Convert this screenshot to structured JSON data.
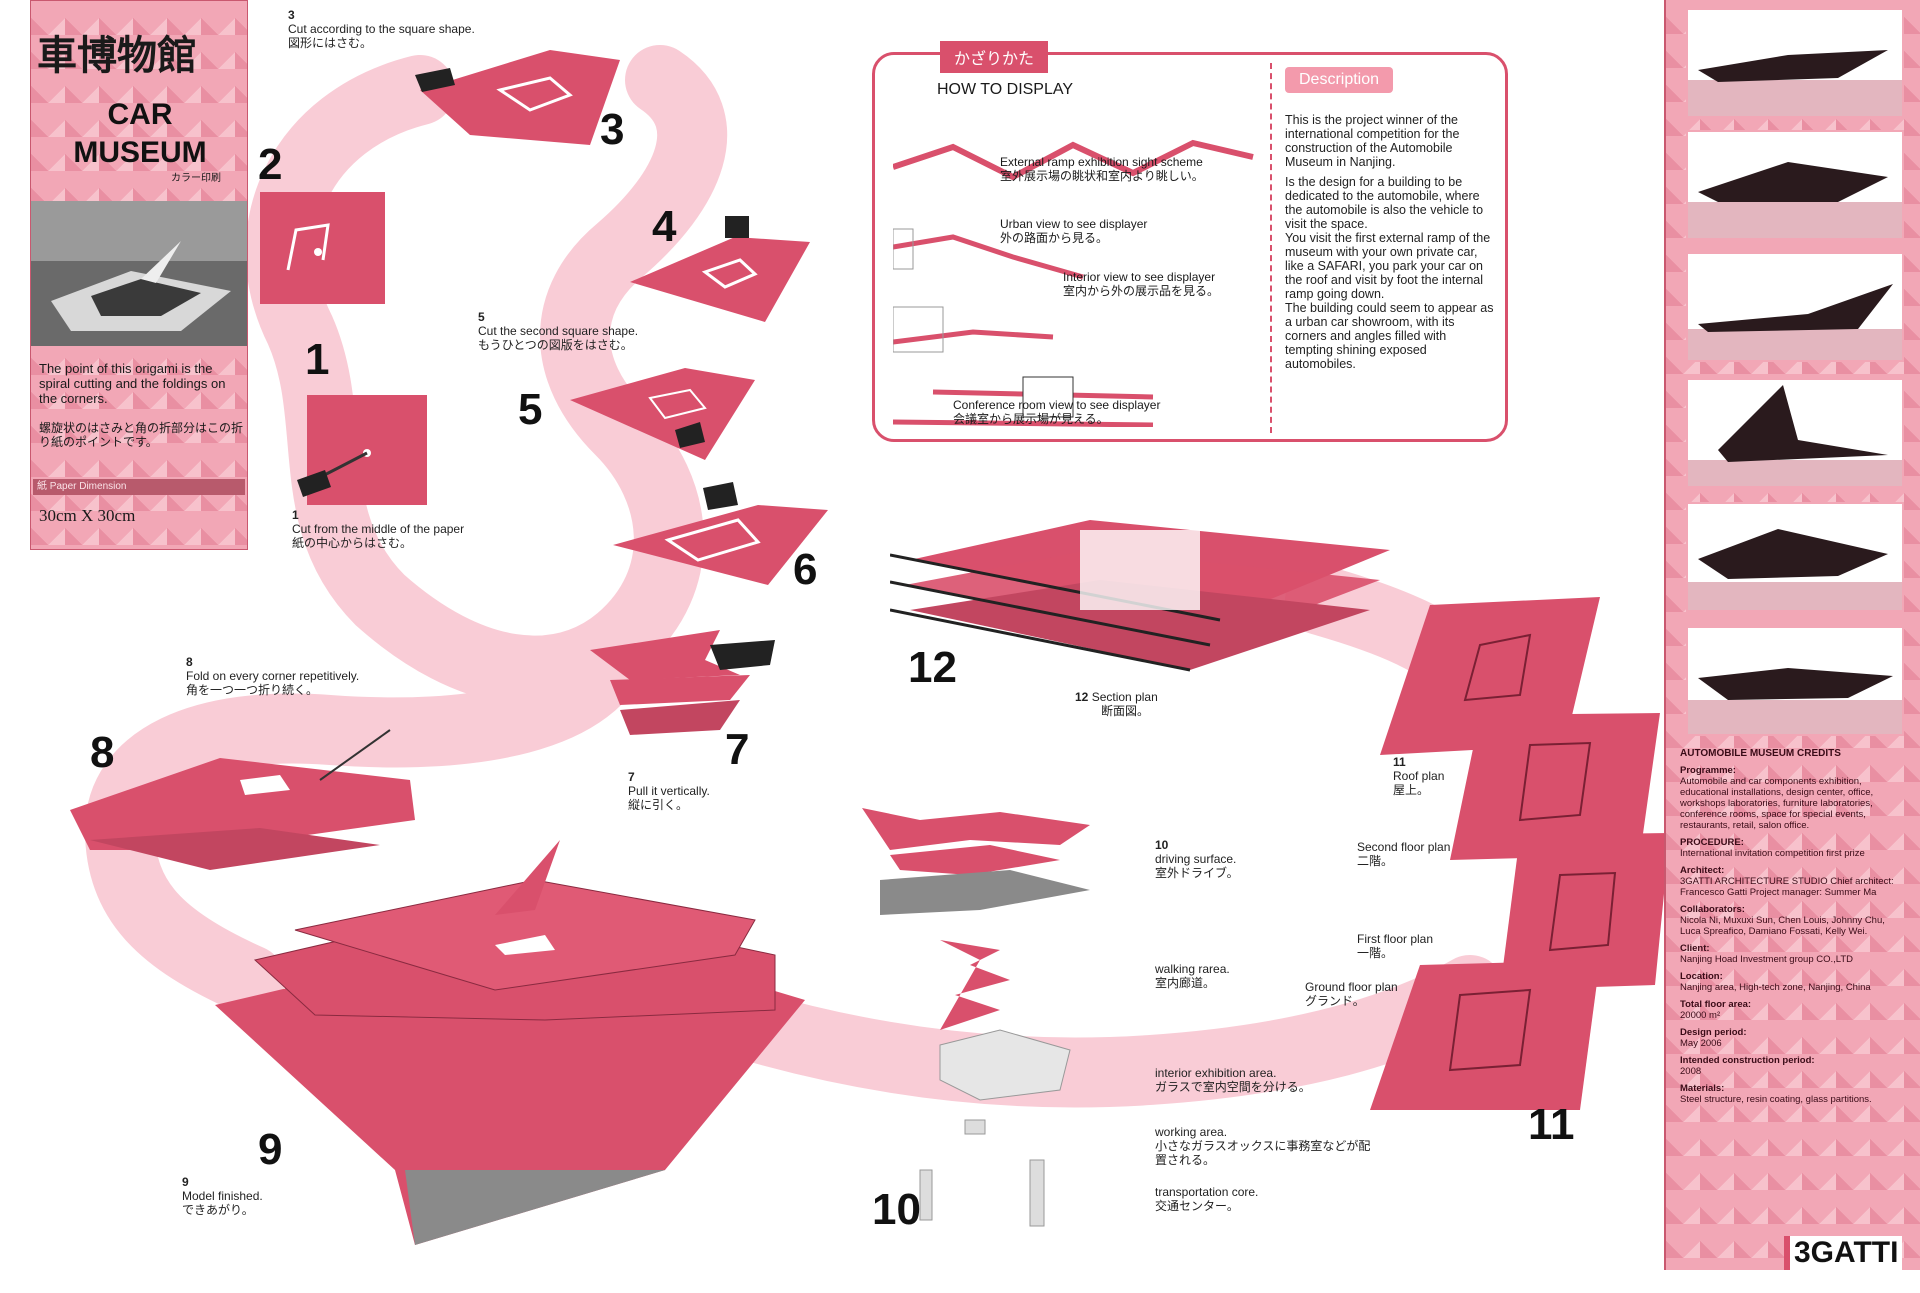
{
  "left_panel": {
    "jp_title": "車博物館",
    "title_line1": "CAR",
    "title_line2": "MUSEUM",
    "jp_subtitle": "カラー印刷",
    "point_en": "The point of this origami is the spiral cutting and the foldings on the corners.",
    "point_jp": "螺旋状のはさみと角の折部分はこの折り紙のポイントです。",
    "paper_label": "紙 Paper Dimension",
    "paper_size": "30cm X 30cm"
  },
  "steps": {
    "s1": {
      "num": "1",
      "en": "Cut from the middle of the paper",
      "jp": "紙の中心からはさむ。"
    },
    "s2": {
      "num": "2"
    },
    "s3": {
      "num": "3",
      "en": "Cut according to the square shape.",
      "jp": "図形にはさむ。"
    },
    "s4": {
      "num": "4"
    },
    "s5": {
      "num": "5",
      "en": "Cut the second square shape.",
      "jp": "もうひとつの図版をはさむ。"
    },
    "s6": {
      "num": "6"
    },
    "s7": {
      "num": "7",
      "en": "Pull it vertically.",
      "jp": "縦に引く。"
    },
    "s8": {
      "num": "8",
      "en": "Fold on every corner repetitively.",
      "jp": "角を一つ一つ折り続く。"
    },
    "s9": {
      "num": "9",
      "en": "Model finished.",
      "jp": "できあがり。"
    },
    "s10": {
      "num": "10",
      "en": "driving surface.",
      "jp": "室外ドライブ。"
    },
    "s11": {
      "num": "11",
      "en": "Roof plan",
      "jp": "屋上。"
    },
    "s12": {
      "num": "12",
      "en": "Section plan",
      "jp": "断面図。"
    }
  },
  "layers10": {
    "walking_en": "walking rarea.",
    "walking_jp": "室内廊道。",
    "interior_en": "interior exhibition area.",
    "interior_jp": "ガラスで室内空間を分ける。",
    "working_en": "working area.",
    "working_jp": "小さなガラスオックスに事務室などが配置される。",
    "transport_en": "transportation core.",
    "transport_jp": "交通センター。"
  },
  "plans11": {
    "second_en": "Second floor plan",
    "second_jp": "二階。",
    "first_en": "First floor plan",
    "first_jp": "一階。",
    "ground_en": "Ground floor plan",
    "ground_jp": "グランド。"
  },
  "display": {
    "tag": "かざりかた",
    "title": "HOW TO DISPLAY",
    "desc_tag": "Description",
    "scheme_en": "External ramp exhibition sight scheme",
    "scheme_jp": "室外展示場の眺状和室内より眺しい。",
    "urban_en": "Urban view to see displayer",
    "urban_jp": "外の路面から見る。",
    "interior_en": "Interior view to see displayer",
    "interior_jp": "室内から外の展示品を見る。",
    "conf_en": "Conference room view   to see displayer",
    "conf_jp": "会議室から展示場が見える。",
    "desc_p1": "This is the project winner of the international competition for the construction of the Automobile Museum in Nanjing.",
    "desc_p2": "Is the design for a building to be dedicated to the automobile, where the automobile is also the vehicle to visit the space.",
    "desc_p3": "You visit the first external ramp of the museum with your own private car, like a SAFARI, you park your car on the roof and visit by foot the internal ramp going down.",
    "desc_p4": "The building could seem to appear as a urban car showroom, with its corners and angles filled with tempting shining exposed automobiles."
  },
  "credits": {
    "title": "AUTOMOBILE MUSEUM CREDITS",
    "programme_h": "Programme:",
    "programme_v": "Automobile and car components exhibition, educational installations, design center, office, workshops laboratories, furniture laboratories, conference rooms, space for special events, restaurants, retail, salon office.",
    "procedure_h": "PROCEDURE:",
    "procedure_v": "International invitation competition first prize",
    "architect_h": "Architect:",
    "architect_v": "3GATTI ARCHITECTURE STUDIO Chief architect: Francesco Gatti Project manager: Summer Ma",
    "collab_h": "Collaborators:",
    "collab_v": "Nicola Ni, Muxuxi Sun, Chen Louis, Johnny Chu, Luca Spreafico, Damiano Fossati, Kelly Wei.",
    "client_h": "Client:",
    "client_v": "Nanjing Hoad Investment group CO.,LTD",
    "location_h": "Location:",
    "location_v": "Nanjing area, High-tech zone, Nanjing, China",
    "area_h": "Total floor area:",
    "area_v": "20000 m²",
    "period_h": "Design period:",
    "period_v": "May 2006",
    "intended_h": "Intended construction period:",
    "intended_v": "2008",
    "materials_h": "Materials:",
    "materials_v": "Steel structure, resin coating, glass partitions.",
    "logo": "3GATTI"
  },
  "colors": {
    "accent": "#d9506c",
    "pink_light": "#f4b7c3",
    "ribbon": "#f9ccd6",
    "dark": "#1a1a1a"
  }
}
